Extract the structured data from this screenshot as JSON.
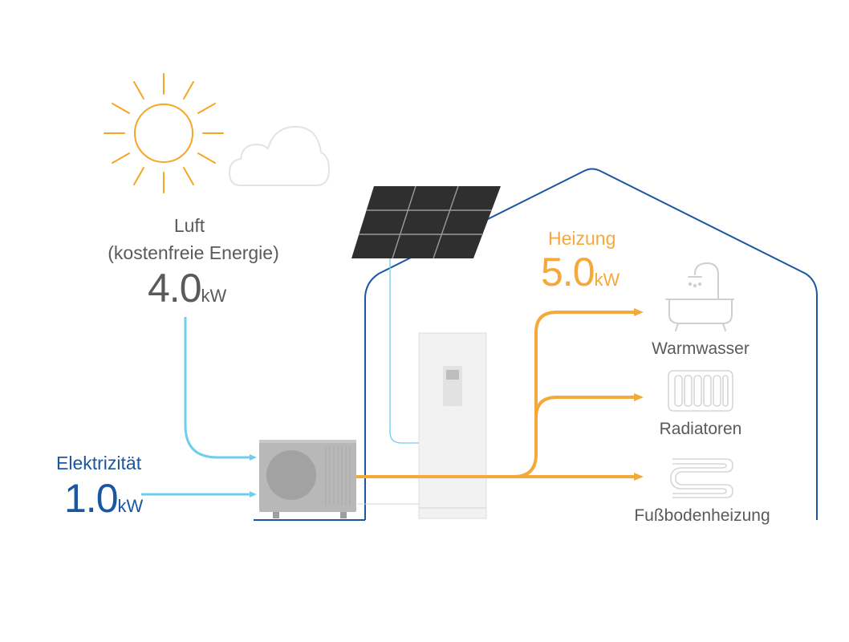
{
  "colors": {
    "sun": "#f5a623",
    "heating": "#f6a93b",
    "air_line": "#6fcdf0",
    "electric": "#1b56a0",
    "house_outline": "#1b56a0",
    "gray_text": "#5a5a5a",
    "icon_gray": "#cfcfcf"
  },
  "air": {
    "title": "Luft",
    "subtitle": "(kostenfreie Energie)",
    "value": "4.0",
    "unit": "kW"
  },
  "electricity": {
    "title": "Elektrizität",
    "value": "1.0",
    "unit": "kW"
  },
  "heating": {
    "title": "Heizung",
    "value": "5.0",
    "unit": "kW"
  },
  "outputs": [
    {
      "label": "Warmwasser",
      "icon": "bathtub-shower-icon"
    },
    {
      "label": "Radiatoren",
      "icon": "radiator-icon"
    },
    {
      "label": "Fußbodenheizung",
      "icon": "floor-heating-icon"
    }
  ],
  "icons": [
    "sun-icon",
    "cloud-icon",
    "solar-panel-icon",
    "heat-pump-outdoor-unit",
    "indoor-cylinder-unit"
  ]
}
